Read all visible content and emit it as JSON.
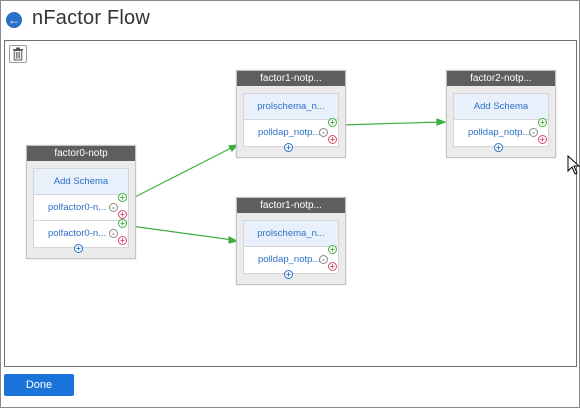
{
  "header": {
    "title": "nFactor Flow",
    "back_icon": "back-arrow-icon"
  },
  "toolbar": {
    "trash_icon": "trash-icon"
  },
  "nodes": {
    "factor0": {
      "title": "factor0-notp",
      "schema_label": "Add Schema",
      "policies": [
        "polfactor0-n...",
        "polfactor0-n..."
      ]
    },
    "factor1a": {
      "title": "factor1-notp...",
      "schema_label": "prolschema_n...",
      "policies": [
        "polldap_notp..."
      ]
    },
    "factor1b": {
      "title": "factor1-notp...",
      "schema_label": "prolschema_n...",
      "policies": [
        "polldap_notp..."
      ]
    },
    "factor2": {
      "title": "factor2-notp...",
      "schema_label": "Add Schema",
      "policies": [
        "polldap_notp..."
      ]
    }
  },
  "controls": {
    "plus": "+",
    "minus": "-"
  },
  "colors": {
    "accent": "#1a73d9",
    "link": "#3fae3f",
    "node_header": "#5e5e5e"
  },
  "footer": {
    "done_label": "Done"
  }
}
